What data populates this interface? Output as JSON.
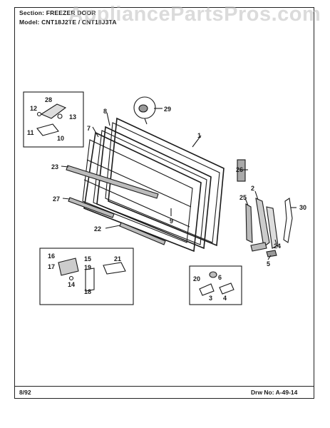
{
  "header": {
    "section_line": "Section:  FREEZER DOOR",
    "model_line": "Model:  CNT18J2TE  /  CNT18J3TA"
  },
  "watermark": "AppliancePartsPros.com",
  "callouts": {
    "c1": "1",
    "c2": "2",
    "c3": "3",
    "c4": "4",
    "c5": "5",
    "c6": "6",
    "c7": "7",
    "c8": "8",
    "c9": "9",
    "c10": "10",
    "c11": "11",
    "c12": "12",
    "c13": "13",
    "c14": "14",
    "c15": "15",
    "c16": "16",
    "c17": "17",
    "c18": "18",
    "c19": "19",
    "c20": "20",
    "c21": "21",
    "c22": "22",
    "c23": "23",
    "c24": "24",
    "c25": "25",
    "c26": "26",
    "c27": "27",
    "c28": "28",
    "c29": "29",
    "c30": "30"
  },
  "footer": {
    "date": "8/92",
    "drawing_number": "Drw  No:   A-49-14"
  }
}
